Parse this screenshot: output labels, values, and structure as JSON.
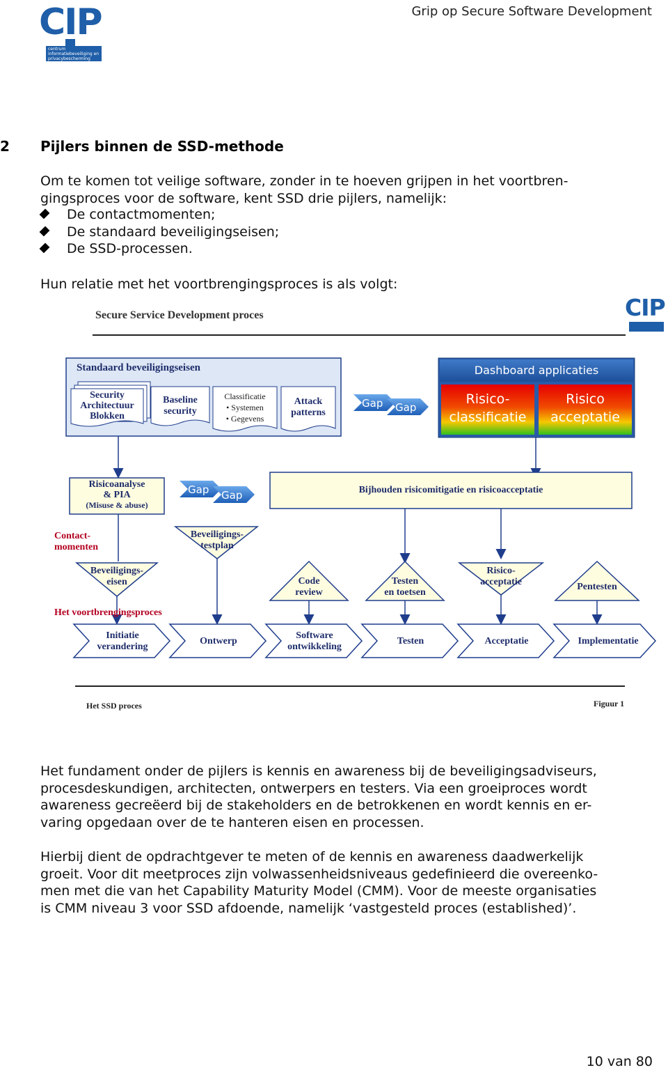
{
  "header": {
    "logo_text": "CIP",
    "logo_sub": "centrum informatiebeveiliging en privacybescherming",
    "title": "Grip op Secure Software Development"
  },
  "section": {
    "number": "2",
    "title": "Pijlers binnen de SSD-methode"
  },
  "intro": {
    "line1": "Om te komen tot veilige software, zonder in te hoeven grijpen in het voortbren-",
    "line2": "gingsproces voor de software, kent SSD drie pijlers, namelijk:",
    "bullets": [
      "De contactmomenten;",
      "De standaard beveiligingseisen;",
      "De SSD-processen."
    ],
    "relation": "Hun relatie met het voortbrengingsproces is als volgt:"
  },
  "figure": {
    "title": "Secure Service Development proces",
    "logo_text": "CIP",
    "standards_label": "Standaard beveiligingseisen",
    "sec_arch": [
      "Security",
      "Architectuur",
      "Blokken"
    ],
    "baseline": [
      "Baseline",
      "security"
    ],
    "classificatie": [
      "Classificatie",
      "• Systemen",
      "• Gegevens"
    ],
    "attack": [
      "Attack",
      "patterns"
    ],
    "gap": "Gap",
    "dashboard_title": "Dashboard applicaties",
    "risk_class": [
      "Risico-",
      "classificatie"
    ],
    "risk_accept": [
      "Risico",
      "acceptatie"
    ],
    "risicoanalyse": [
      "Risicoanalyse",
      "& PIA",
      "(Misuse & abuse)"
    ],
    "bijhouden": "Bijhouden risicomitigatie en risicoacceptatie",
    "contact": [
      "Contact-",
      "momenten"
    ],
    "testplan": [
      "Beveiligings-",
      "testplan"
    ],
    "eisen": [
      "Beveiligings-",
      "eisen"
    ],
    "code_review": [
      "Code",
      "review"
    ],
    "testen_toetsen": [
      "Testen",
      "en toetsen"
    ],
    "risico_acceptatie": [
      "Risico-",
      "acceptatie"
    ],
    "pentesten": "Pentesten",
    "process_label": "Het voortbrengingsproces",
    "chevrons": [
      [
        "Initiatie",
        "verandering"
      ],
      [
        "Ontwerp"
      ],
      [
        "Software",
        "ontwikkeling"
      ],
      [
        "Testen"
      ],
      [
        "Acceptatie"
      ],
      [
        "Implementatie"
      ]
    ],
    "caption_left": "Het SSD proces",
    "caption_right": "Figuur 1"
  },
  "body": {
    "p1": [
      "Het fundament onder de pijlers is kennis en awareness bij de beveiligingsadviseurs,",
      "procesdeskundigen, architecten, ontwerpers en testers. Via een groeiproces wordt",
      "awareness gecreëerd bij de stakeholders en de betrokkenen en wordt kennis en er-",
      "varing opgedaan over de te hanteren eisen en processen."
    ],
    "p2": [
      "Hierbij dient de opdrachtgever te meten of de kennis en awareness daadwerkelijk",
      "groeit. Voor dit meetproces zijn volwassenheidsniveaus gedefinieerd die overeenko-",
      "men met die van het Capability Maturity Model (CMM). Voor de meeste organisaties",
      "is CMM niveau 3 voor SSD afdoende, namelijk ‘vastgesteld proces (established)’."
    ]
  },
  "footer": {
    "page": "10 van 80"
  },
  "colors": {
    "brand_blue": "#1f5ea8",
    "line_blue": "#1f3d8c",
    "box_fill": "#fffde0",
    "dashboard_blue": "#1f4f9a"
  }
}
